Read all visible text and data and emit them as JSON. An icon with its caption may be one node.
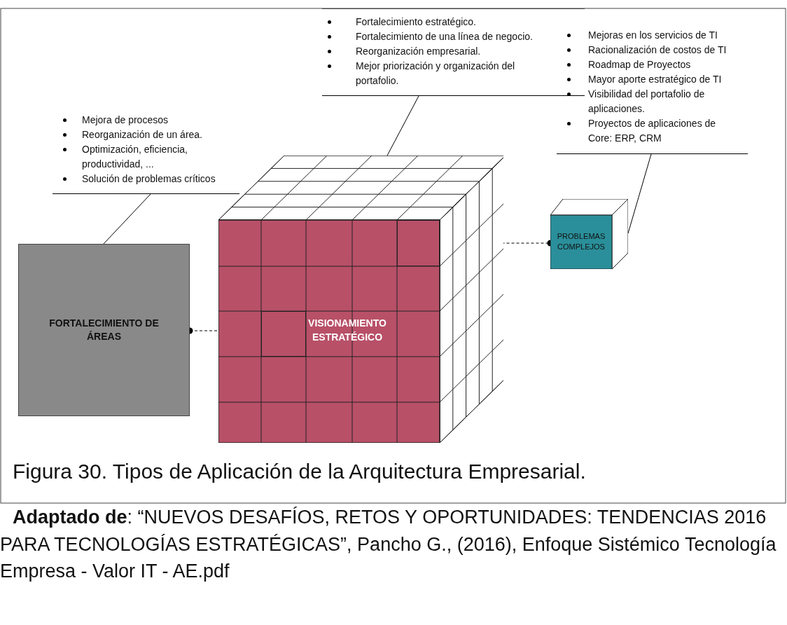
{
  "diagram": {
    "caption": "Figura 30. Tipos de Aplicación de la Arquitectura Empresarial.",
    "nodes": [
      {
        "text": [
          "Fortalecimiento estratégico.",
          "Fortalecimiento de una línea de negocio.",
          "Reorganización empresarial.",
          "Mejor priorización y organización del portafolio."
        ]
      },
      {
        "text": [
          "Mejoras en los servicios de TI",
          "Racionalización de costos de TI",
          "Roadmap de Proyectos",
          "Mayor aporte estratégico de TI",
          "Visibilidad del portafolio de aplicaciones.",
          "Proyectos de aplicaciones de Core: ERP, CRM"
        ]
      },
      {
        "text": [
          "Mejora de procesos",
          "Reorganización de un área.",
          "Optimización, eficiencia, productividad, ...",
          "Solución de problemas críticos"
        ]
      },
      {
        "text": [
          "FORTALECIMIENTO DE ÁREAS"
        ]
      },
      {
        "text": [
          "VISIONAMIENTO ESTRATÉGICO"
        ]
      },
      {
        "text": [],
        "shape": "box",
        "in": 4
      },
      {
        "text": [],
        "shape": "box",
        "in": 4
      },
      {
        "text": [
          "PROBLEMAS COMPLEJOS"
        ]
      }
    ],
    "edges": [
      {
        "from": 2,
        "to": 3,
        "arrow": "none"
      },
      {
        "from": 0,
        "to": 4,
        "arrow": "none"
      },
      {
        "from": 1,
        "to": 7,
        "arrow": "none"
      },
      {
        "from": 3,
        "to": 6,
        "arrow": "other",
        "style": "dashed"
      },
      {
        "from": 5,
        "to": 7,
        "arrow": "other",
        "style": "dashed"
      }
    ],
    "labels": [
      "**Adaptado de**: “NUEVOS DESAFÍOS, RETOS Y OPORTUNIDADES: TENDENCIAS 2016 PARA TECNOLOGÍAS ESTRATÉGICAS”, Pancho G., (2016), Enfoque Sistémico Tecnología Empresa - Valor IT - AE.pdf"
    ]
  }
}
